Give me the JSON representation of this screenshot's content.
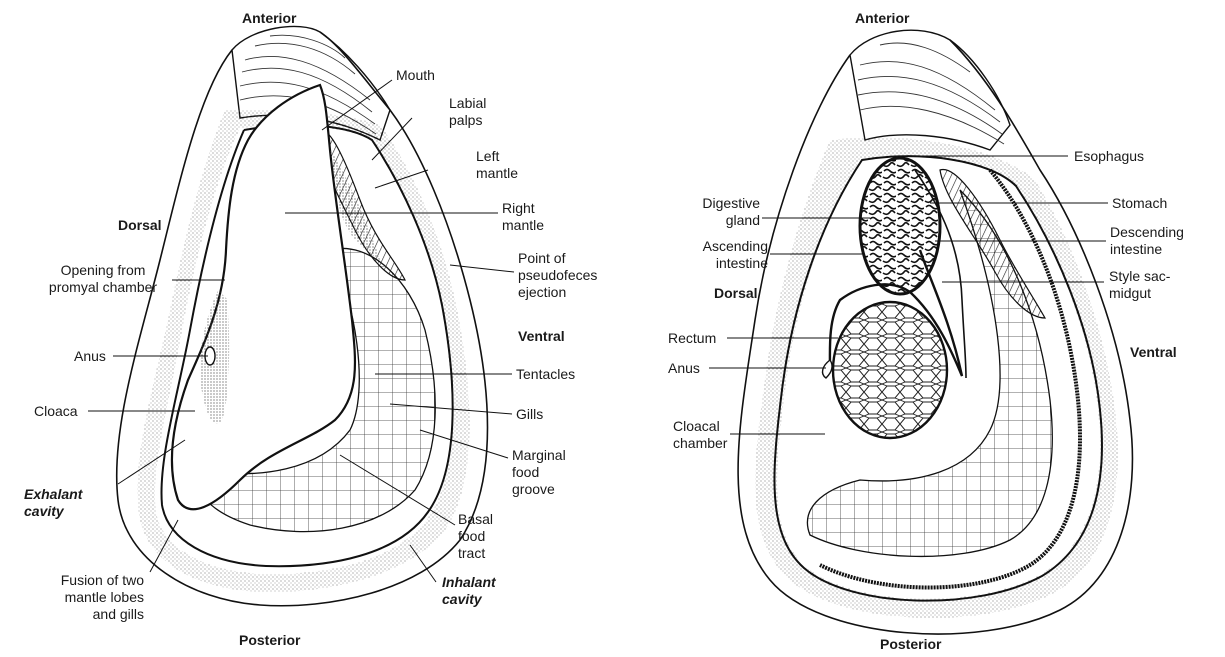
{
  "left": {
    "anterior": "Anterior",
    "posterior": "Posterior",
    "dorsal": "Dorsal",
    "ventral": "Ventral",
    "mouth": "Mouth",
    "labial_palps": [
      "Labial",
      "palps"
    ],
    "left_mantle": [
      "Left",
      "mantle"
    ],
    "right_mantle": [
      "Right",
      "mantle"
    ],
    "pseudofeces": [
      "Point of",
      "pseudofeces",
      "ejection"
    ],
    "opening": [
      "Opening from",
      "promyal chamber"
    ],
    "anus": "Anus",
    "tentacles": "Tentacles",
    "cloaca": "Cloaca",
    "gills": "Gills",
    "marginal": [
      "Marginal",
      "food",
      "groove"
    ],
    "exhalant": [
      "Exhalant",
      "cavity"
    ],
    "basal": [
      "Basal",
      "food",
      "tract"
    ],
    "fusion": [
      "Fusion of two",
      "mantle lobes",
      "and gills"
    ],
    "inhalant": [
      "Inhalant",
      "cavity"
    ]
  },
  "right": {
    "anterior": "Anterior",
    "posterior": "Posterior",
    "dorsal": "Dorsal",
    "ventral": "Ventral",
    "esophagus": "Esophagus",
    "digestive_gland": [
      "Digestive",
      "gland"
    ],
    "stomach": "Stomach",
    "ascending": [
      "Ascending",
      "intestine"
    ],
    "descending": [
      "Descending",
      "intestine"
    ],
    "style_sac": [
      "Style sac-",
      "midgut"
    ],
    "rectum": "Rectum",
    "anus": "Anus",
    "cloacal": [
      "Cloacal",
      "chamber"
    ]
  }
}
